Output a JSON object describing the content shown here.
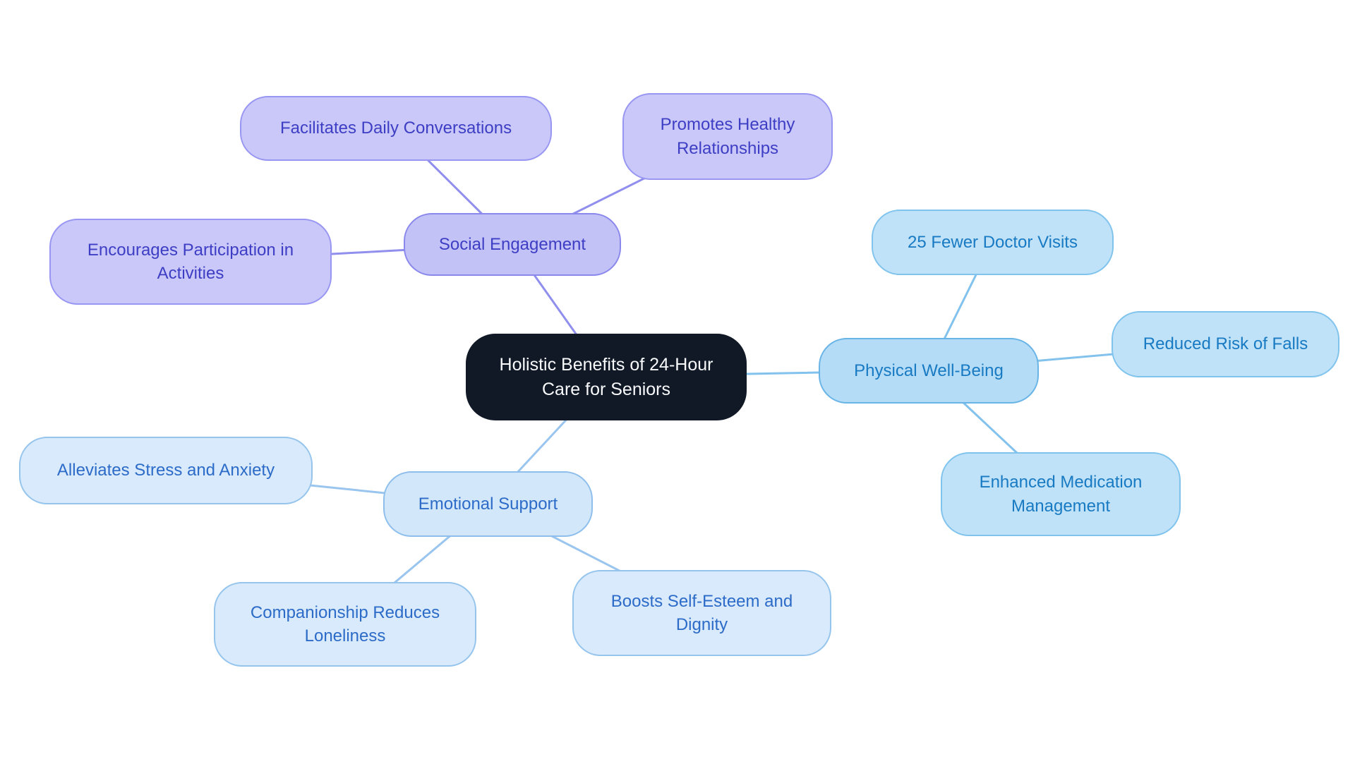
{
  "canvas": {
    "background": "#ffffff"
  },
  "diagram": {
    "type": "mindmap",
    "root": {
      "label": "Holistic Benefits of 24-Hour Care for Seniors",
      "fill": "#111926",
      "border": "#111926",
      "text_color": "#f7f9fb"
    },
    "branches": [
      {
        "node": {
          "label": "Social Engagement",
          "fill": "#c3c2f7",
          "border": "#8a88ec",
          "text_color": "#3e3ec5",
          "line_color": "#908fee"
        },
        "children": [
          {
            "label": "Facilitates Daily Conversations",
            "fill": "#c9c8f9",
            "border": "#9896f2",
            "text_color": "#3e3ec5"
          },
          {
            "label": "Promotes Healthy Relationships",
            "fill": "#c9c8f9",
            "border": "#9896f2",
            "text_color": "#3e3ec5"
          },
          {
            "label": "Encourages Participation in Activities",
            "fill": "#c9c8f9",
            "border": "#9896f2",
            "text_color": "#3e3ec5"
          }
        ]
      },
      {
        "node": {
          "label": "Physical Well-Being",
          "fill": "#b4dcf6",
          "border": "#68b4e6",
          "text_color": "#187ac3",
          "line_color": "#82c2ec"
        },
        "children": [
          {
            "label": "25 Fewer Doctor Visits",
            "fill": "#bfe2f8",
            "border": "#80c3ed",
            "text_color": "#187ac3"
          },
          {
            "label": "Reduced Risk of Falls",
            "fill": "#bfe2f8",
            "border": "#80c3ed",
            "text_color": "#187ac3"
          },
          {
            "label": "Enhanced Medication Management",
            "fill": "#bfe2f8",
            "border": "#80c3ed",
            "text_color": "#187ac3"
          }
        ]
      },
      {
        "node": {
          "label": "Emotional Support",
          "fill": "#d2e7f9",
          "border": "#8ebeeb",
          "text_color": "#2c6bc8",
          "line_color": "#9ac5ee"
        },
        "children": [
          {
            "label": "Alleviates Stress and Anxiety",
            "fill": "#d8eafb",
            "border": "#95c4ed",
            "text_color": "#2c6bc8"
          },
          {
            "label": "Companionship Reduces Loneliness",
            "fill": "#d8eafb",
            "border": "#95c4ed",
            "text_color": "#2c6bc8"
          },
          {
            "label": "Boosts Self-Esteem and Dignity",
            "fill": "#d8eafb",
            "border": "#95c4ed",
            "text_color": "#2c6bc8"
          }
        ]
      }
    ]
  }
}
